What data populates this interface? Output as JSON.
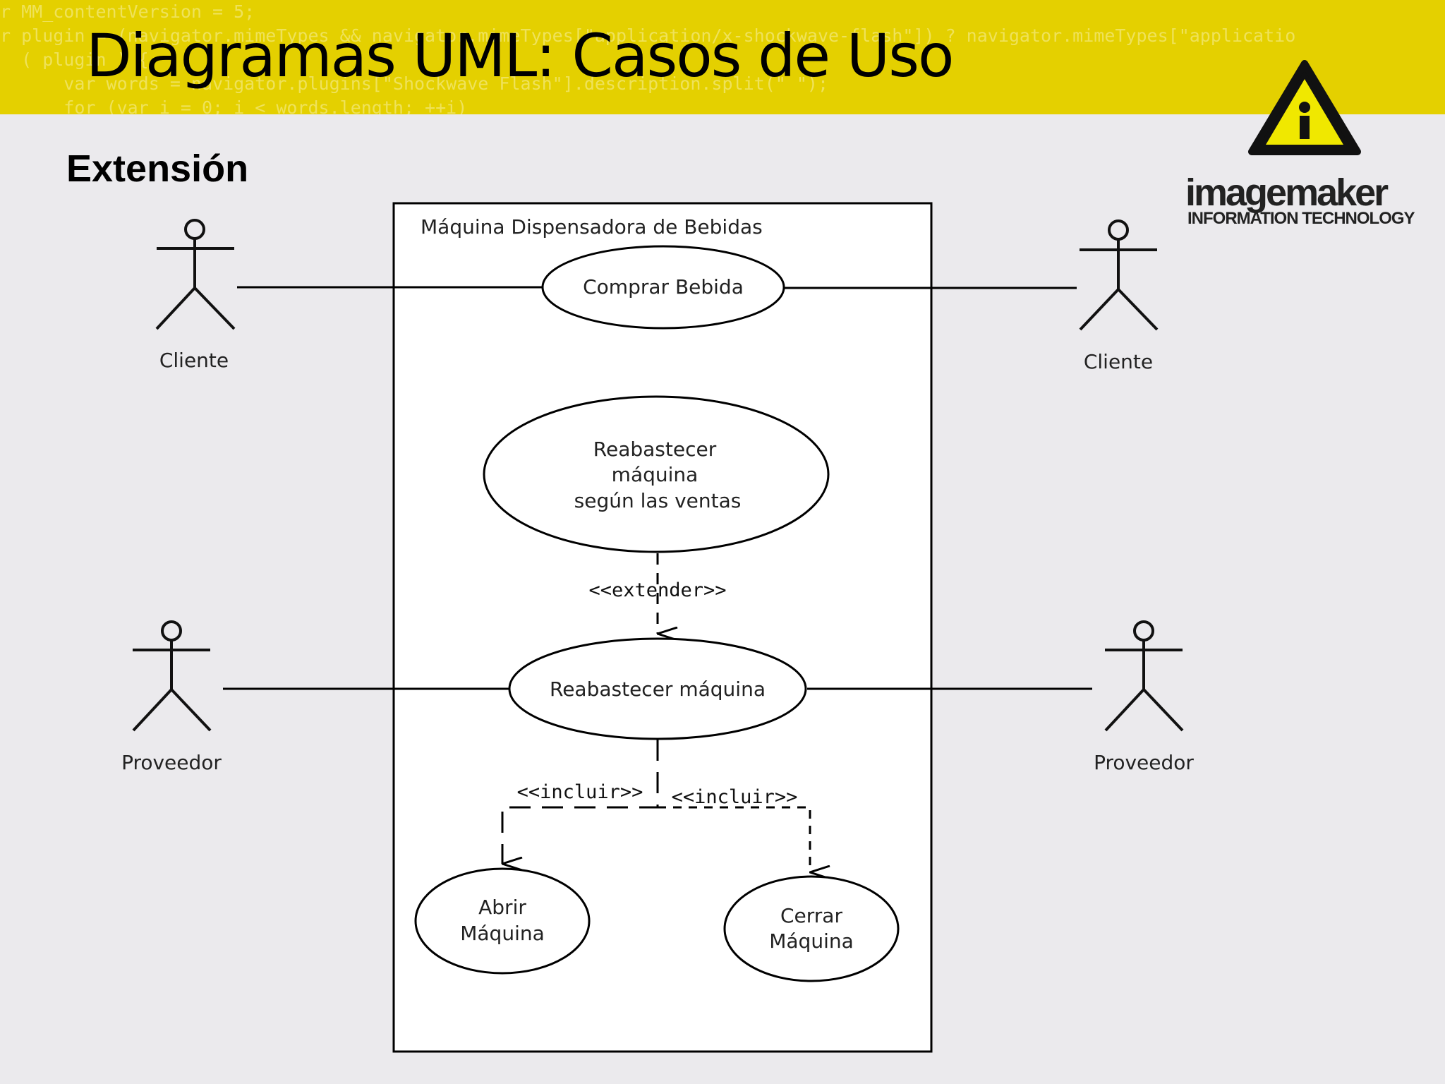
{
  "header": {
    "code_lines": [
      "r MM_contentVersion = 5;",
      "r plugin = (navigator.mimeTypes && navigator.mimeTypes[\"application/x-shockwave-flash\"]) ? navigator.mimeTypes[\"applicatio",
      "  ( plugin ) {",
      "      var words = navigator.plugins[\"Shockwave Flash\"].description.split(\" \");",
      "      for (var i = 0; i < words.length; ++i)"
    ],
    "title": "Diagramas UML: Casos de Uso"
  },
  "section": {
    "heading": "Extensión"
  },
  "logo": {
    "name": "imagemaker",
    "tagline": "INFORMATION TECHNOLOGY"
  },
  "colors": {
    "header_band": "#e4d000",
    "background": "#ebeaed",
    "logo_yellow": "#f0e800"
  },
  "diagram": {
    "system": {
      "label": "Máquina Dispensadora de Bebidas"
    },
    "actors": {
      "cliente_left": {
        "label": "Cliente"
      },
      "cliente_right": {
        "label": "Cliente"
      },
      "proveedor_left": {
        "label": "Proveedor"
      },
      "proveedor_right": {
        "label": "Proveedor"
      }
    },
    "use_cases": {
      "comprar": {
        "lines": [
          "Comprar Bebida"
        ]
      },
      "reabastecer_ventas": {
        "lines": [
          "Reabastecer",
          "máquina",
          "según las ventas"
        ]
      },
      "reabastecer": {
        "lines": [
          "Reabastecer máquina"
        ]
      },
      "abrir": {
        "lines": [
          "Abrir",
          "Máquina"
        ]
      },
      "cerrar": {
        "lines": [
          "Cerrar",
          "Máquina"
        ]
      }
    },
    "relations": {
      "extend": {
        "label": "<<extender>>"
      },
      "include_left": {
        "label": "<<incluir>>"
      },
      "include_right": {
        "label": "<<incluir>>"
      }
    }
  }
}
